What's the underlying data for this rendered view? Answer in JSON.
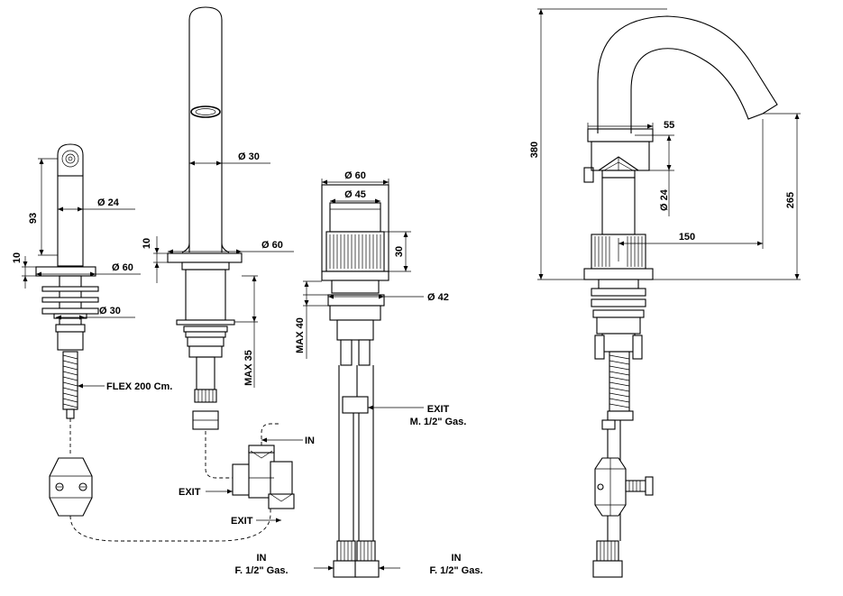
{
  "labels": {
    "hand_shower_height": "93",
    "hand_shower_diameter": "Ø 24",
    "hand_shower_plate_height": "10",
    "hand_shower_plate_diameter": "Ø 60",
    "hand_shower_thread_diameter": "Ø 30",
    "flex_hose": "FLEX 200 Cm.",
    "spout_diameter": "Ø 30",
    "spout_plate_height": "10",
    "spout_plate_diameter": "Ø 60",
    "spout_max_thickness": "MAX 35",
    "diverter_in": "IN",
    "diverter_exit_left": "EXIT",
    "diverter_exit_bottom": "EXIT",
    "mixer_outer_diameter": "Ø 60",
    "mixer_inner_diameter": "Ø 45",
    "mixer_knurl_height": "30",
    "mixer_base_diameter": "Ø 42",
    "mixer_max_thickness": "MAX 40",
    "mixer_exit_line1": "EXIT",
    "mixer_exit_line2": "M. 1/2\" Gas.",
    "inlet_left_line1": "IN",
    "inlet_left_line2": "F. 1/2\" Gas.",
    "inlet_right_line1": "IN",
    "inlet_right_line2": "F. 1/2\" Gas.",
    "faucet_total_height": "380",
    "faucet_body_width": "55",
    "faucet_lever_diameter": "Ø 24",
    "faucet_spout_height": "265",
    "faucet_reach": "150"
  }
}
